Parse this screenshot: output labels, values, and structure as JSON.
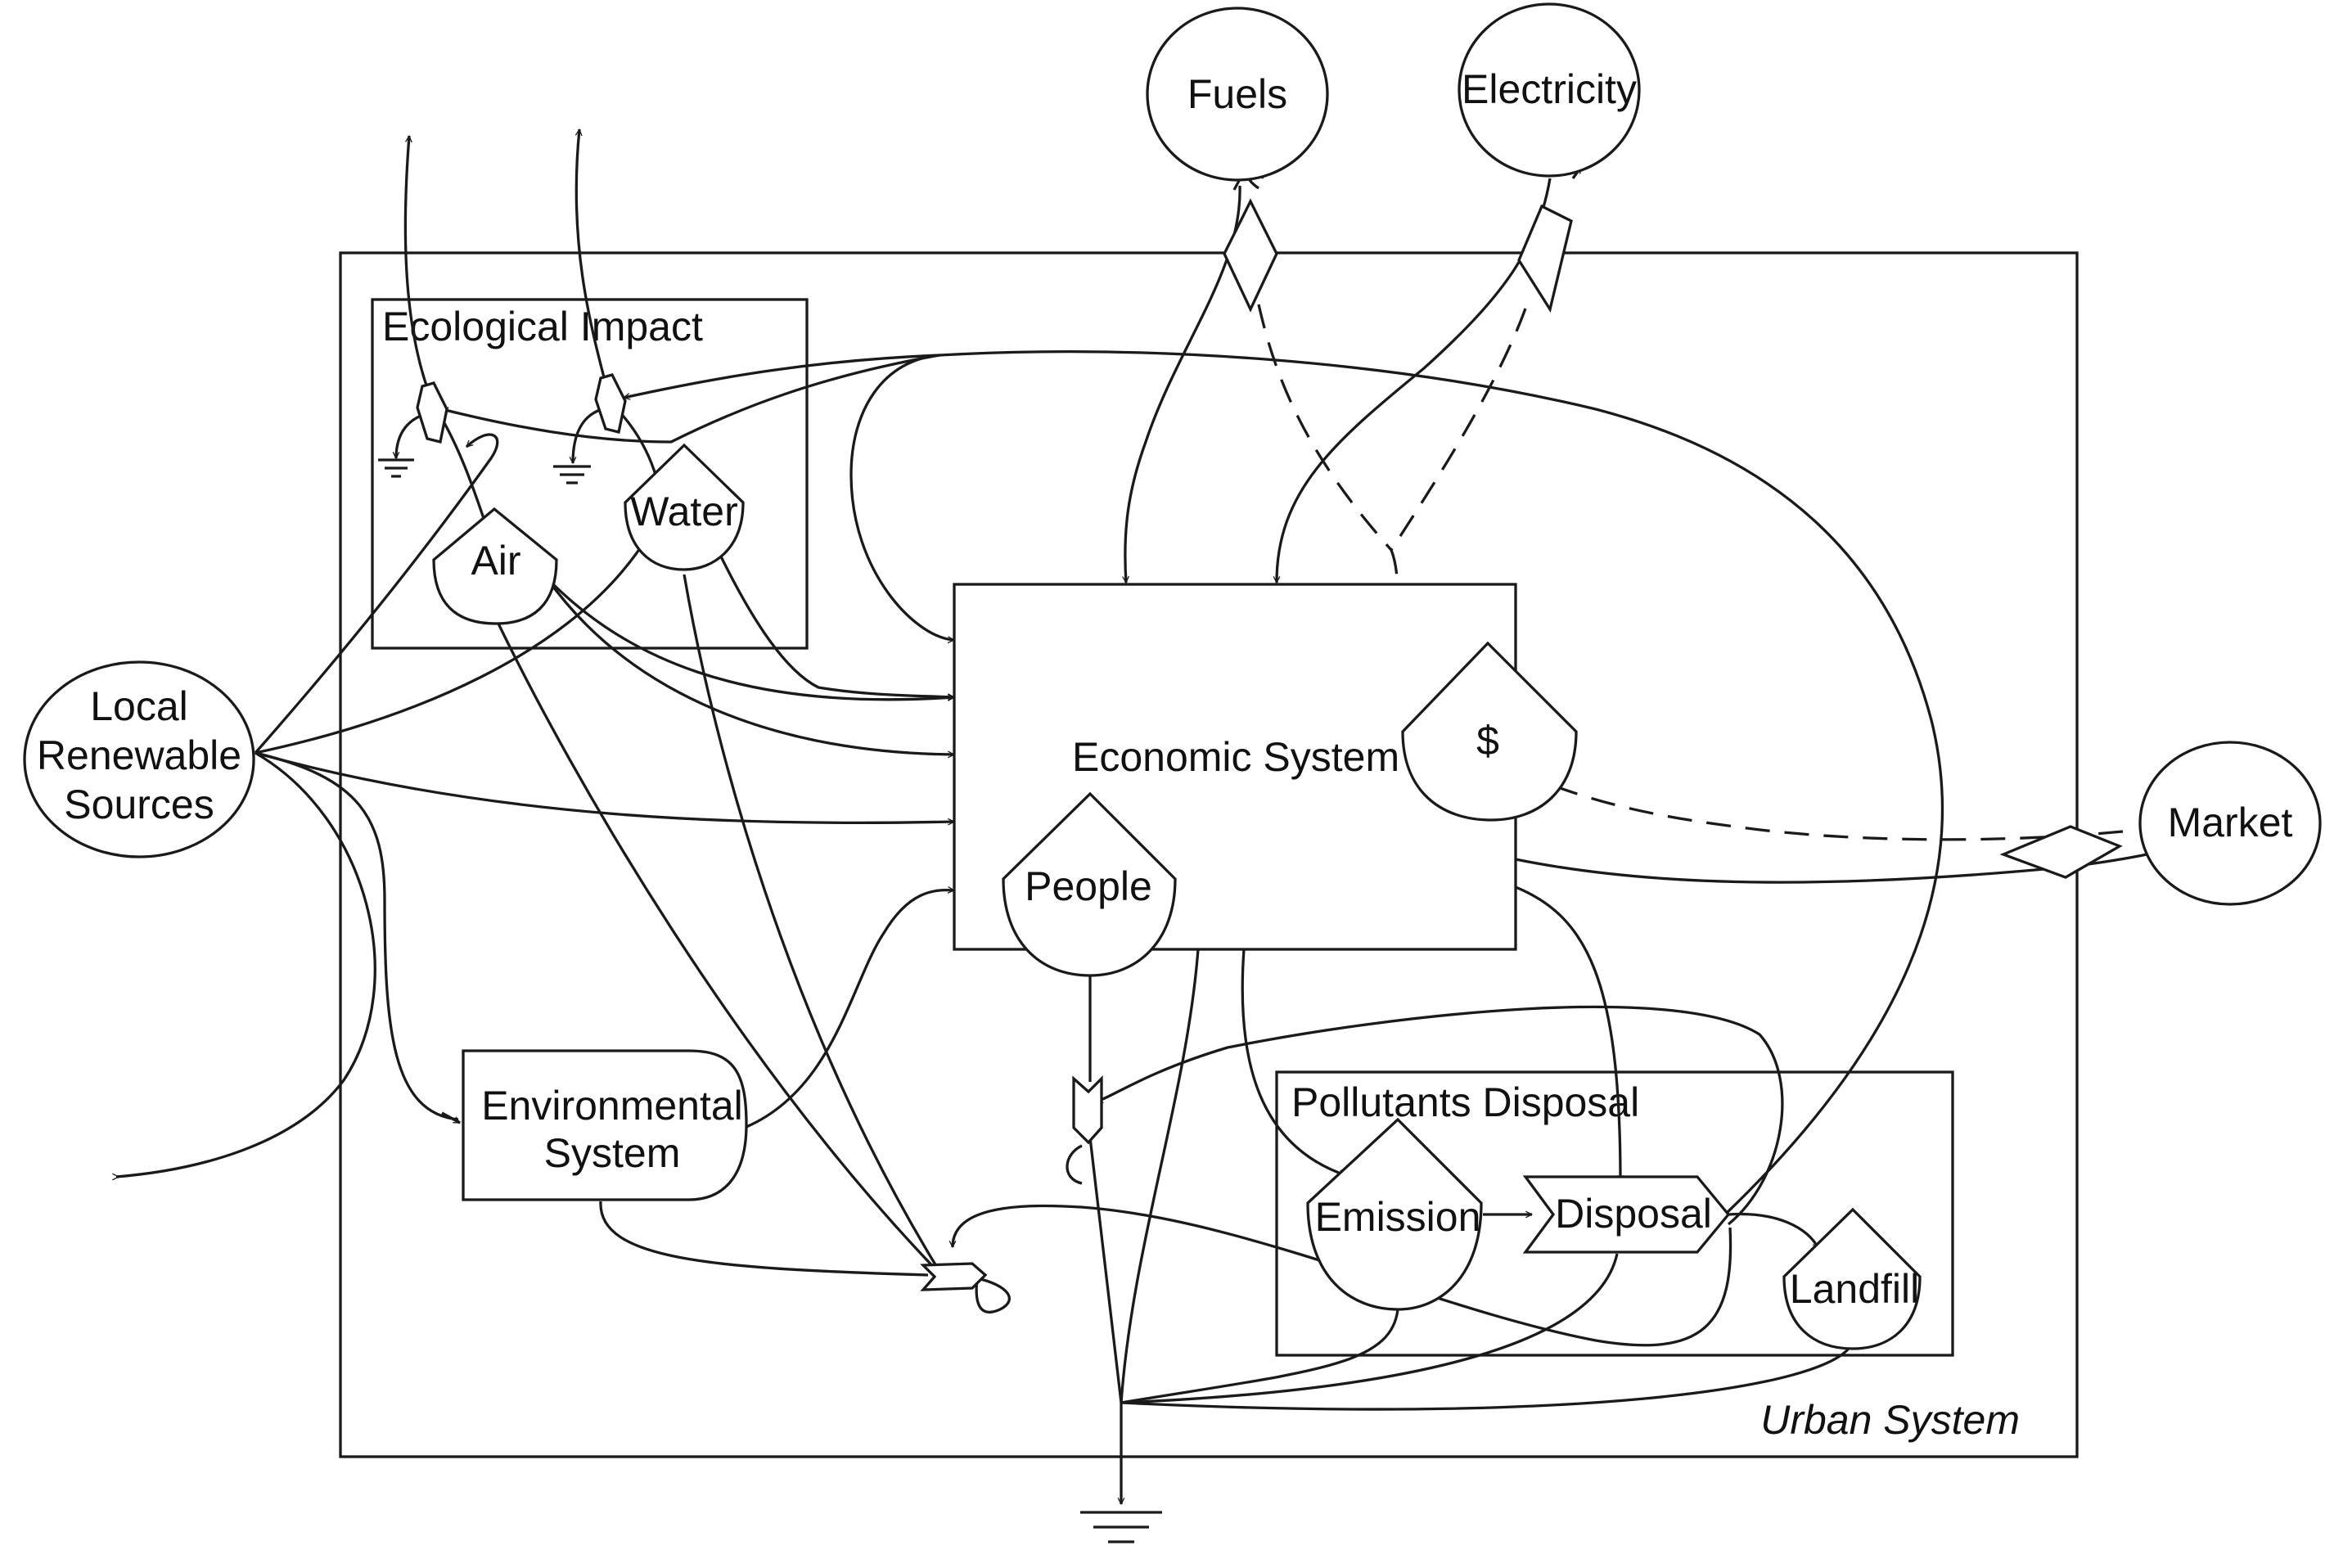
{
  "diagram": {
    "sources": {
      "fuels": "Fuels",
      "electricity": "Electricity",
      "local_renewable": [
        "Local",
        "Renewable",
        "Sources"
      ],
      "market": "Market"
    },
    "urban_system_label": "Urban System",
    "ecological_impact": {
      "title": "Ecological Impact",
      "air": "Air",
      "water": "Water"
    },
    "economic_system": {
      "title": "Economic System",
      "money": "$",
      "people": "People"
    },
    "environmental_system": [
      "Environmental",
      "System"
    ],
    "pollutants_disposal": {
      "title": "Pollutants Disposal",
      "emission": "Emission",
      "disposal": "Disposal",
      "landfill": "Landfill"
    }
  }
}
